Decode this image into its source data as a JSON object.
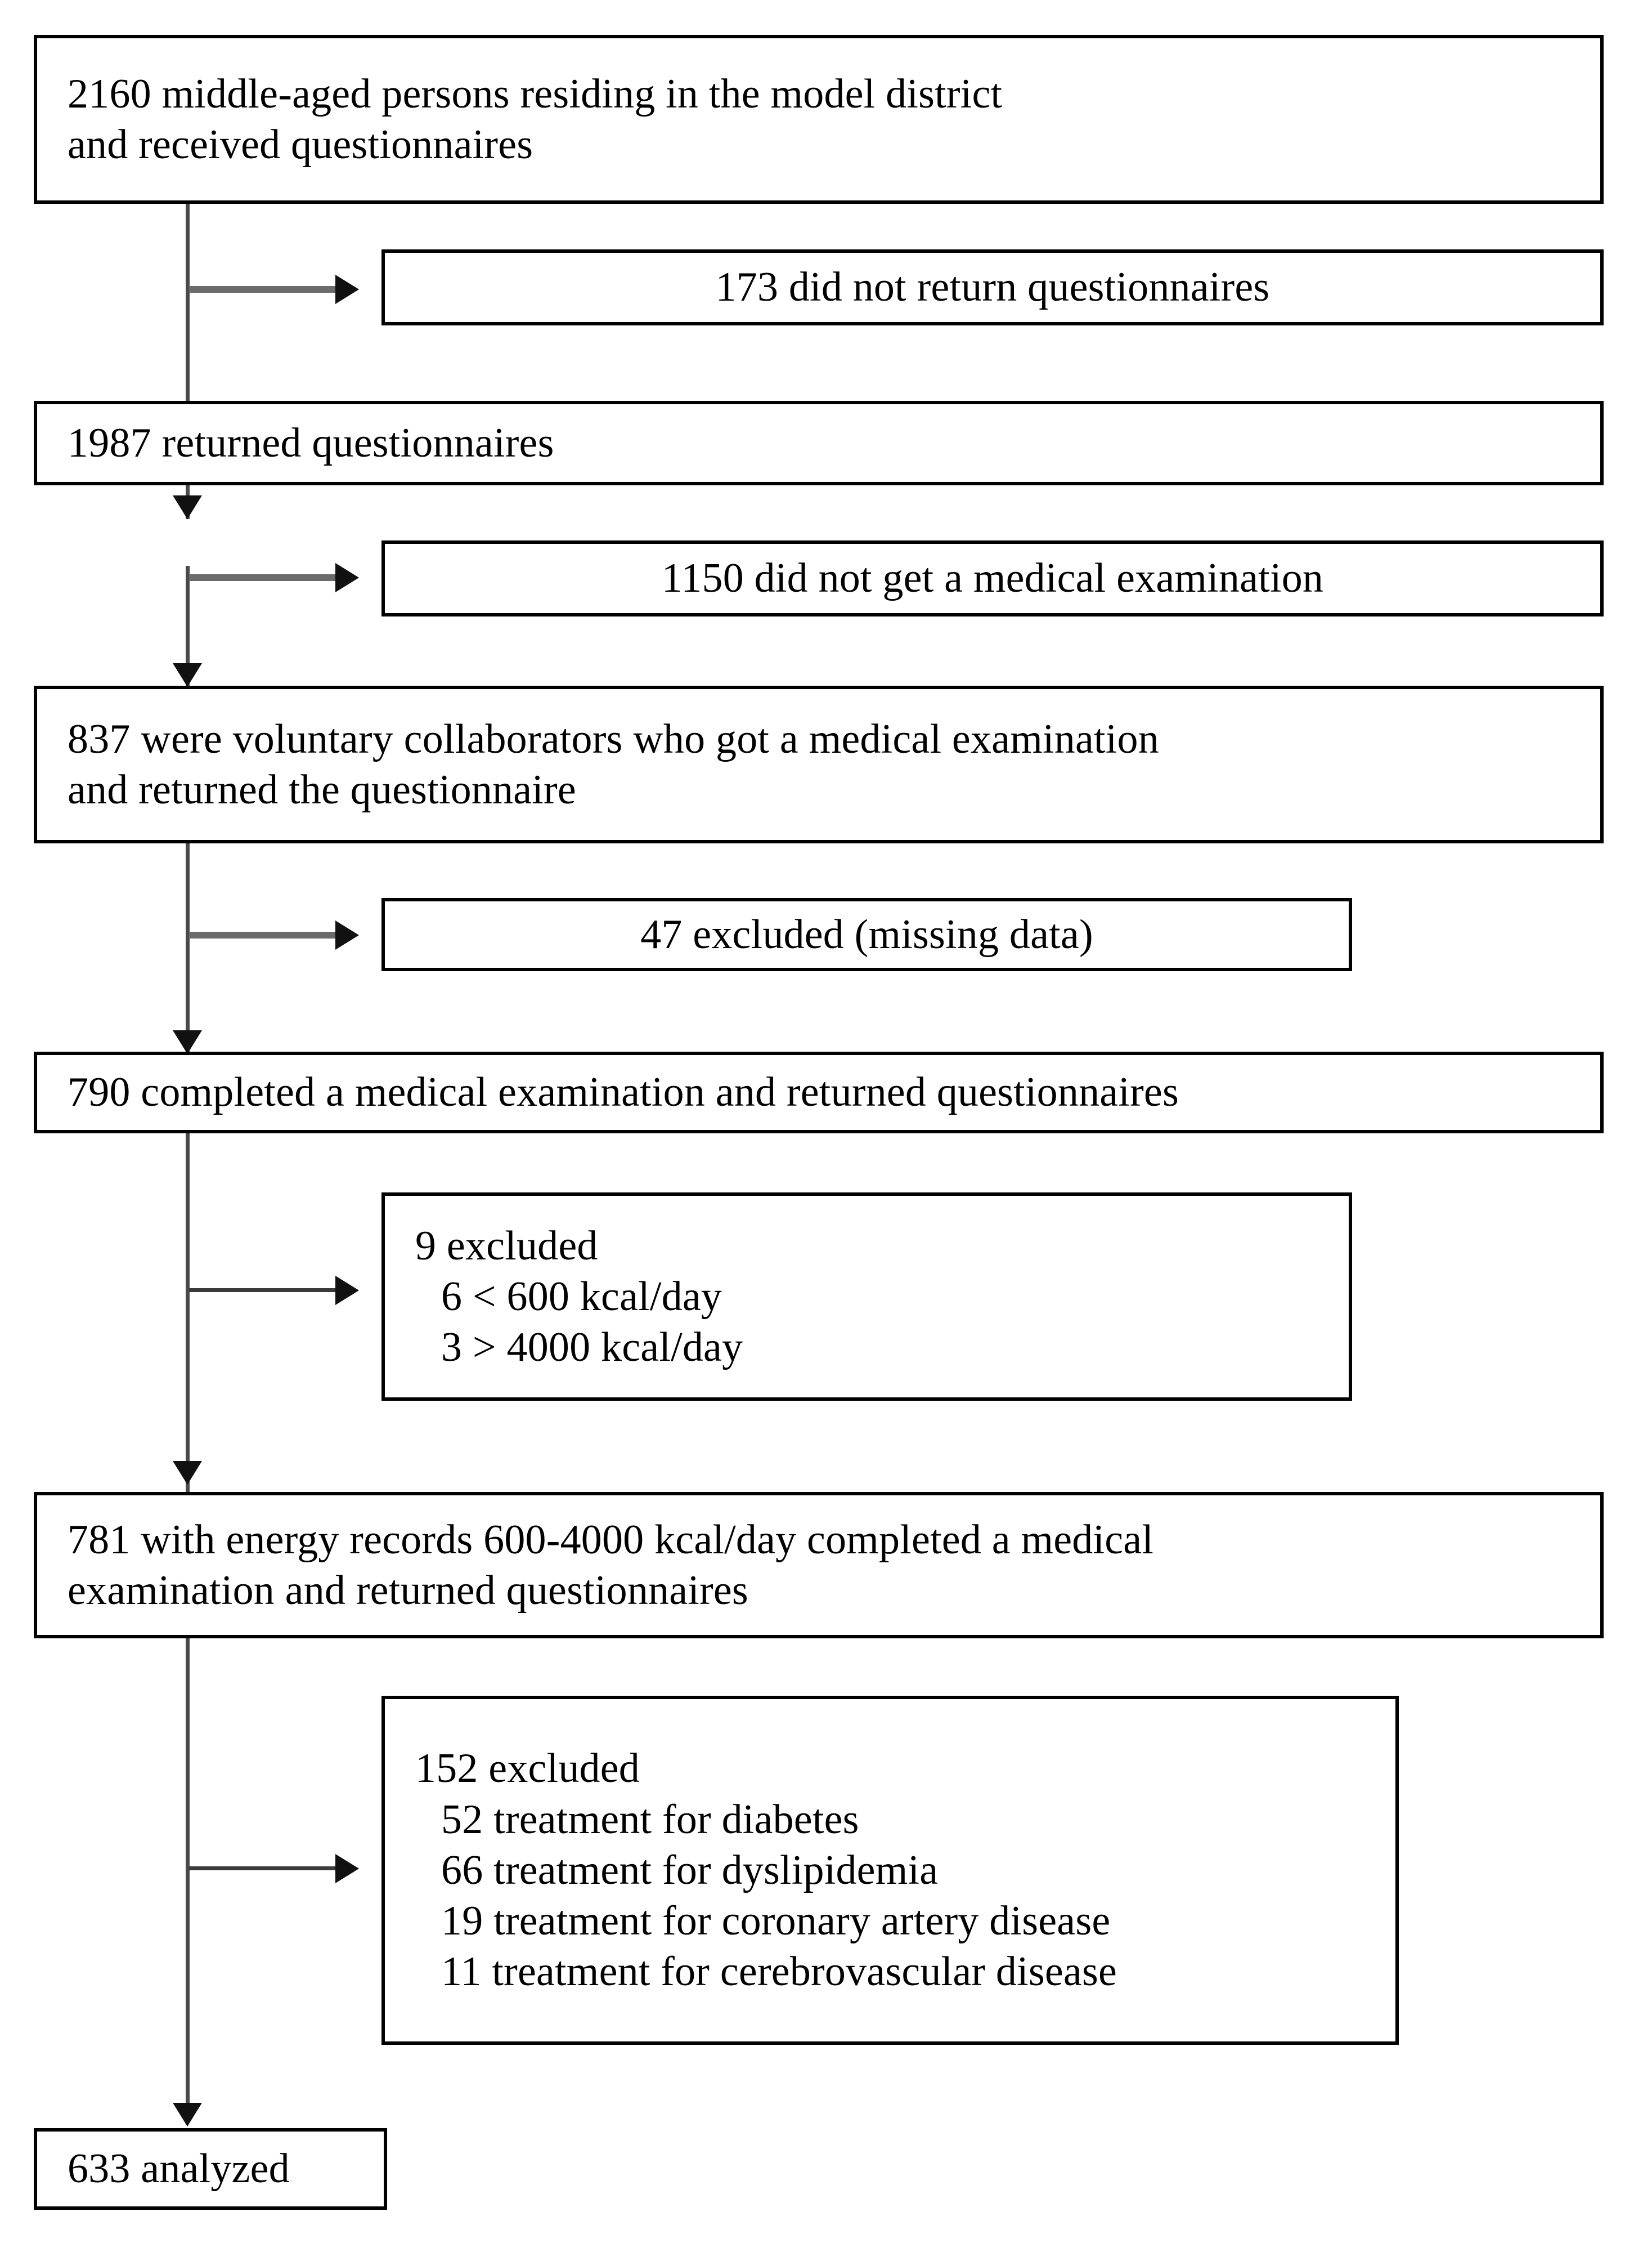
{
  "diagram": {
    "type": "participant-flow-diagram",
    "colors": {
      "box_border": "#000000",
      "background": "#ffffff",
      "text": "#000000",
      "connector": "#4a4a4a",
      "branch_connector": "#6b6b6b",
      "arrowhead": "#111111"
    },
    "main_nodes": [
      {
        "id": "enrolled",
        "lines": [
          "2160 middle-aged persons residing in the model district",
          "and received questionnaires"
        ],
        "count": 2160
      },
      {
        "id": "returned",
        "lines": [
          "1987 returned questionnaires"
        ],
        "count": 1987
      },
      {
        "id": "voluntary",
        "lines": [
          "837 were voluntary collaborators who got a medical examination",
          "and returned the questionnaire"
        ],
        "count": 837
      },
      {
        "id": "completed",
        "lines": [
          "790 completed a medical examination and returned questionnaires"
        ],
        "count": 790
      },
      {
        "id": "energy-records",
        "lines": [
          "781 with energy records 600-4000 kcal/day completed a medical",
          "examination and returned questionnaires"
        ],
        "count": 781
      },
      {
        "id": "analyzed",
        "lines": [
          "633 analyzed"
        ],
        "count": 633
      }
    ],
    "exclusion_nodes": [
      {
        "id": "no-return",
        "lines": [
          "173 did not return questionnaires"
        ],
        "count": 173
      },
      {
        "id": "no-exam",
        "lines": [
          "1150 did not get a medical examination"
        ],
        "count": 1150
      },
      {
        "id": "missing-data",
        "lines": [
          "47 excluded (missing data)"
        ],
        "count": 47
      },
      {
        "id": "energy-excluded",
        "header": "9 excluded",
        "lines": [
          "6 < 600 kcal/day",
          "3 > 4000 kcal/day"
        ],
        "count": 9
      },
      {
        "id": "treatment-excluded",
        "header": "152 excluded",
        "lines": [
          "52 treatment for diabetes",
          "66 treatment for dyslipidemia",
          "19 treatment for coronary artery disease",
          "11 treatment for cerebrovascular disease"
        ],
        "count": 152
      }
    ]
  }
}
